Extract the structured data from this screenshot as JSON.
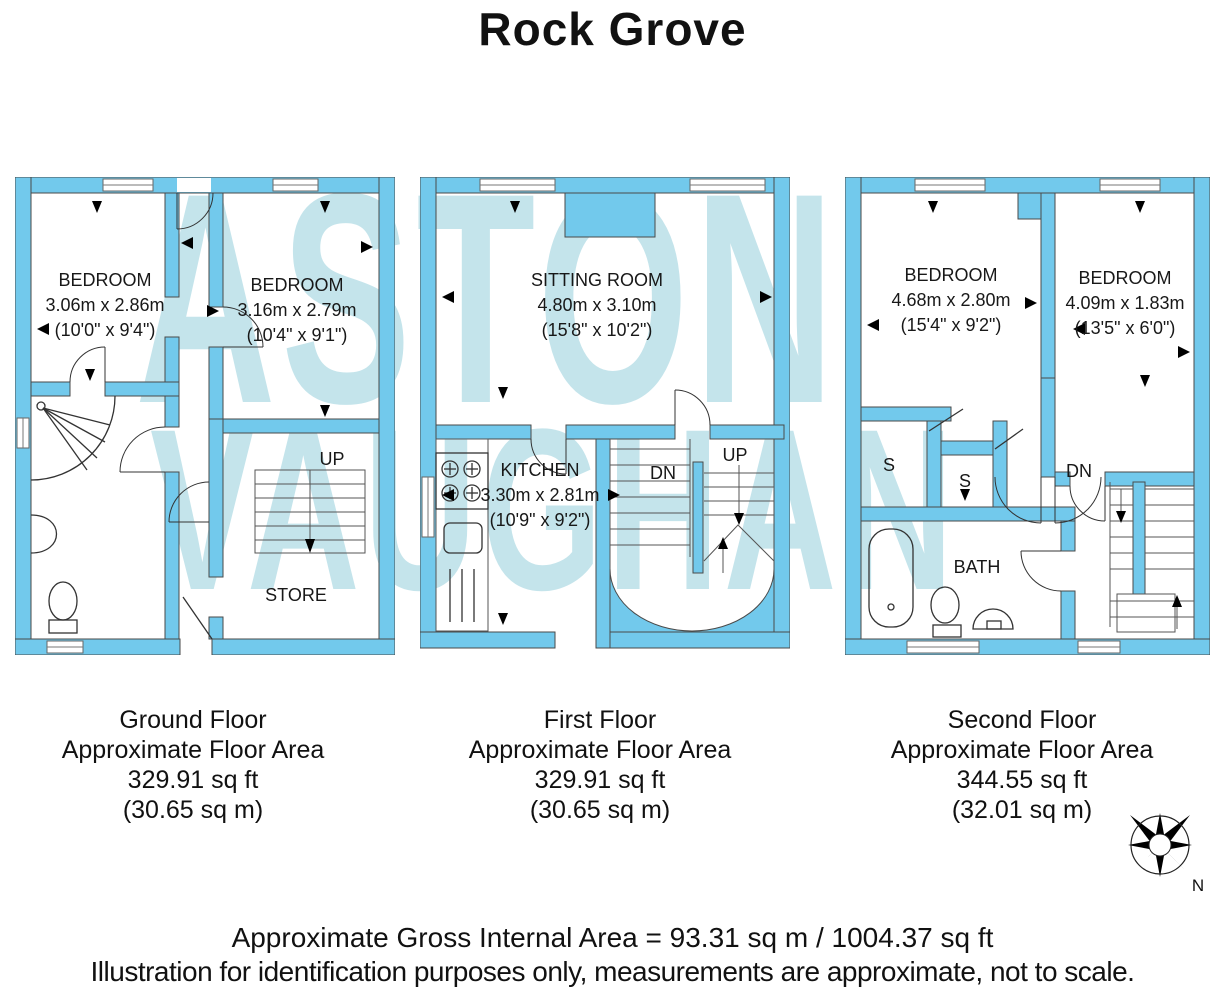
{
  "title": "Rock Grove",
  "watermark": {
    "line1": "ASTON",
    "line2": "VAUGHAN"
  },
  "colors": {
    "wall_fill": "#72C9EC",
    "outline": "#4a4a4a",
    "watermark_tint": "#7cc4d2"
  },
  "floors": [
    {
      "name": "Ground Floor",
      "rooms": [
        {
          "label": "BEDROOM",
          "dim_metric": "3.06m x 2.86m",
          "dim_imperial": "(10'0\" x 9'4\")"
        },
        {
          "label": "BEDROOM",
          "dim_metric": "3.16m x 2.79m",
          "dim_imperial": "(10'4\" x 9'1\")"
        },
        {
          "label": "STORE"
        }
      ],
      "stair_labels": [
        "UP"
      ],
      "caption": {
        "line1": "Ground Floor",
        "line2": "Approximate Floor Area",
        "line3": "329.91 sq ft",
        "line4": "(30.65 sq m)"
      }
    },
    {
      "name": "First Floor",
      "rooms": [
        {
          "label": "SITTING ROOM",
          "dim_metric": "4.80m x 3.10m",
          "dim_imperial": "(15'8\" x 10'2\")"
        },
        {
          "label": "KITCHEN",
          "dim_metric": "3.30m x 2.81m",
          "dim_imperial": "(10'9\" x 9'2\")"
        }
      ],
      "stair_labels": [
        "DN",
        "UP"
      ],
      "caption": {
        "line1": "First Floor",
        "line2": "Approximate Floor Area",
        "line3": "329.91 sq ft",
        "line4": "(30.65 sq m)"
      }
    },
    {
      "name": "Second Floor",
      "rooms": [
        {
          "label": "BEDROOM",
          "dim_metric": "4.68m x 2.80m",
          "dim_imperial": "(15'4\" x 9'2\")"
        },
        {
          "label": "BEDROOM",
          "dim_metric": "4.09m x 1.83m",
          "dim_imperial": "(13'5\" x 6'0\")"
        },
        {
          "label": "BATH"
        }
      ],
      "closet_labels": [
        "S",
        "S"
      ],
      "stair_labels": [
        "DN"
      ],
      "caption": {
        "line1": "Second Floor",
        "line2": "Approximate Floor Area",
        "line3": "344.55 sq ft",
        "line4": "(32.01 sq m)"
      }
    }
  ],
  "compass": {
    "label": "N"
  },
  "footer": {
    "line1": "Approximate Gross Internal Area = 93.31 sq m / 1004.37 sq ft",
    "line2": "Illustration for identification purposes only, measurements are approximate, not to scale."
  }
}
